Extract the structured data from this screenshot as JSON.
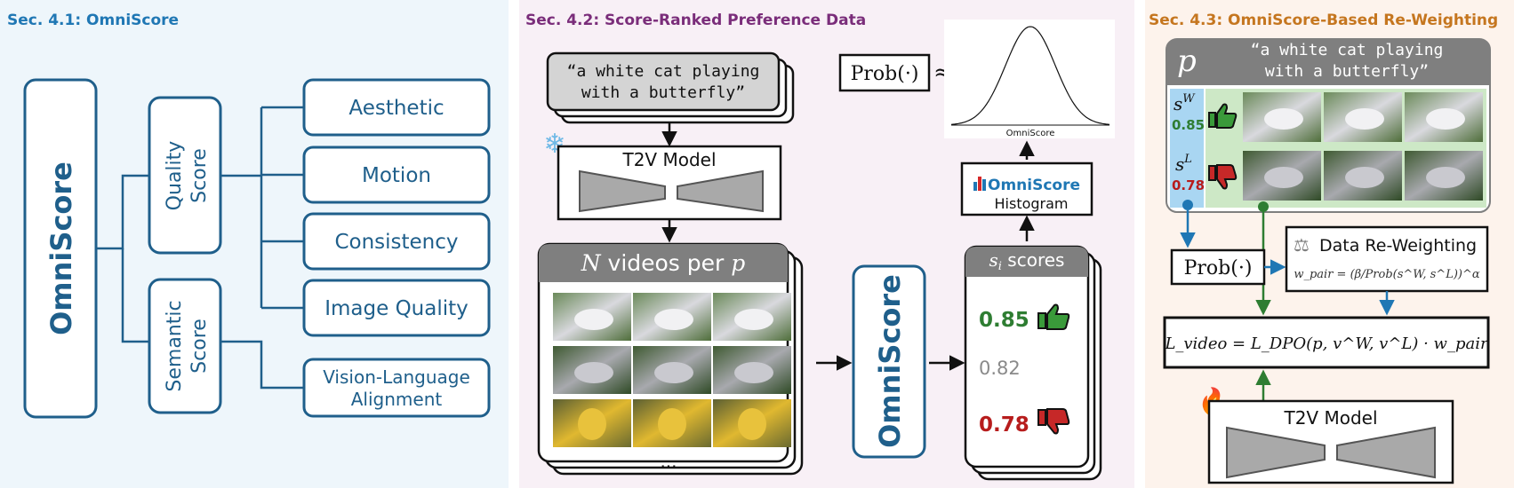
{
  "colors": {
    "blue": "#1f5f8b",
    "dark_blue": "#145a86",
    "purple": "#7a2d7a",
    "orange": "#c5761f",
    "green": "#2e7d32",
    "red": "#b71c1c",
    "panel1_bg": "#eef6fb",
    "panel2_bg": "#f8f0f6",
    "panel3_bg": "#fdf3ec"
  },
  "sec1": {
    "title": "Sec. 4.1: OmniScore",
    "root": "OmniScore",
    "quality": [
      "Quality",
      "Score"
    ],
    "semantic": [
      "Semantic",
      "Score"
    ],
    "leaves": [
      "Aesthetic",
      "Motion",
      "Consistency",
      "Image Quality"
    ],
    "vla": [
      "Vision-Language",
      "Alignment"
    ]
  },
  "sec2": {
    "title": "Sec. 4.2: Score-Ranked Preference Data",
    "prompt": [
      "“a white cat playing",
      "with a butterfly”"
    ],
    "t2v": "T2V Model",
    "snowflake": "❄",
    "videos_header_a": "N",
    "videos_header_b": " videos per ",
    "videos_header_c": "p",
    "ellipsis": "...",
    "omniscore": "OmniScore",
    "scores_header_a": "s",
    "scores_header_b": "i",
    "scores_header_c": " scores",
    "score_high": "0.85",
    "score_mid": "0.82",
    "score_low": "0.78",
    "prob": "Prob(·)",
    "approx": "≈",
    "hist_logo": "OmniScore",
    "hist_label": "Histogram",
    "curve_axis": "OmniScore"
  },
  "sec3": {
    "title": "Sec. 4.3: OmniScore-Based Re-Weighting",
    "p": "p",
    "prompt": [
      "“a white cat playing",
      "with a butterfly”"
    ],
    "sw": "s",
    "sw_sup": "W",
    "sw_val": "0.85",
    "sl": "s",
    "sl_sup": "L",
    "sl_val": "0.78",
    "prob": "Prob(·)",
    "reweight_title": "Data Re-Weighting",
    "reweight_formula": "w_pair = (β/Prob(s^W, s^L))^α",
    "loss": "L_video = L_DPO(p, v^W, v^L) · w_pair",
    "t2v": "T2V Model",
    "fire": "🔥",
    "scale": "⚖"
  }
}
